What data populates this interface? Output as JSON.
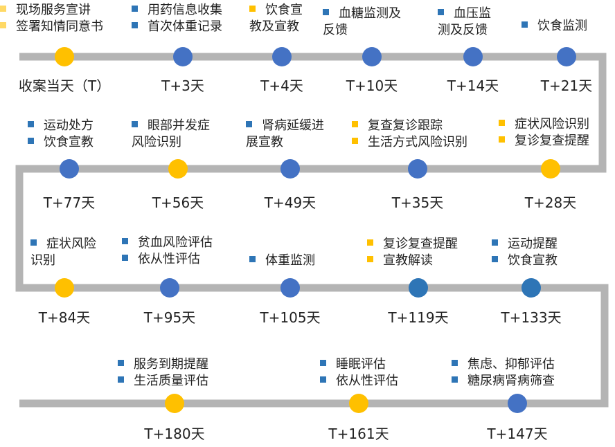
{
  "rows": [
    {
      "points": [
        {
          "day": "收案当天（T）",
          "color": "yellow",
          "items": [
            {
              "bullet": "ltyellow",
              "lines": [
                "现场服务宣讲"
              ]
            },
            {
              "bullet": "ltyellow",
              "lines": [
                "签署知情同意书"
              ]
            }
          ]
        },
        {
          "day": "T+3天",
          "color": "blue",
          "items": [
            {
              "bullet": "blue",
              "lines": [
                "用药信息收集"
              ]
            },
            {
              "bullet": "blue",
              "lines": [
                "首次体重记录"
              ]
            }
          ]
        },
        {
          "day": "T+4天",
          "color": "blue",
          "items": [
            {
              "bullet": "yellow",
              "lines": [
                "饮食宣",
                "教及宣教"
              ]
            }
          ]
        },
        {
          "day": "T+10天",
          "color": "blue",
          "items": [
            {
              "bullet": "blue",
              "lines": [
                "血糖监测及",
                "反馈"
              ]
            }
          ]
        },
        {
          "day": "T+14天",
          "color": "blue",
          "items": [
            {
              "bullet": "blue",
              "lines": [
                "血压监",
                "测及反馈"
              ]
            }
          ]
        },
        {
          "day": "T+21天",
          "color": "blue",
          "items": [
            {
              "bullet": "blue",
              "lines": [
                "饮食监测"
              ]
            }
          ]
        }
      ]
    },
    {
      "points": [
        {
          "day": "T+77天",
          "color": "blue",
          "items": [
            {
              "bullet": "blue",
              "lines": [
                "运动处方"
              ]
            },
            {
              "bullet": "blue",
              "lines": [
                "饮食宣教"
              ]
            }
          ]
        },
        {
          "day": "T+56天",
          "color": "yellow",
          "items": [
            {
              "bullet": "blue",
              "lines": [
                "眼部并发症",
                "风险识别"
              ]
            }
          ]
        },
        {
          "day": "T+49天",
          "color": "blue",
          "items": [
            {
              "bullet": "blue",
              "lines": [
                "肾病延缓进",
                "展宣教"
              ]
            }
          ]
        },
        {
          "day": "T+35天",
          "color": "blue",
          "items": [
            {
              "bullet": "yellow",
              "lines": [
                "复查复诊跟踪"
              ]
            },
            {
              "bullet": "yellow",
              "lines": [
                "生活方式风险识别"
              ]
            }
          ]
        },
        {
          "day": "T+28天",
          "color": "yellow",
          "items": [
            {
              "bullet": "yellow",
              "lines": [
                "症状风险识别"
              ]
            },
            {
              "bullet": "yellow",
              "lines": [
                "复诊复查提醒"
              ]
            }
          ]
        }
      ]
    },
    {
      "points": [
        {
          "day": "T+84天",
          "color": "yellow",
          "items": [
            {
              "bullet": "blue",
              "lines": [
                "症状风险",
                "识别"
              ]
            }
          ]
        },
        {
          "day": "T+95天",
          "color": "blue",
          "items": [
            {
              "bullet": "blue",
              "lines": [
                "贫血风险评估"
              ]
            },
            {
              "bullet": "blue",
              "lines": [
                "依从性评估"
              ]
            }
          ]
        },
        {
          "day": "T+105天",
          "color": "blue",
          "items": [
            {
              "bullet": "blue",
              "lines": [
                "体重监测"
              ]
            }
          ]
        },
        {
          "day": "T+119天",
          "color": "blue2",
          "items": [
            {
              "bullet": "yellow",
              "lines": [
                "复诊复查提醒"
              ]
            },
            {
              "bullet": "yellow",
              "lines": [
                "宣教解读"
              ]
            }
          ]
        },
        {
          "day": "T+133天",
          "color": "blue2",
          "items": [
            {
              "bullet": "blue",
              "lines": [
                "运动提醒"
              ]
            },
            {
              "bullet": "blue",
              "lines": [
                "饮食宣教"
              ]
            }
          ]
        }
      ]
    },
    {
      "points": [
        {
          "day": "T+180天",
          "color": "yellow",
          "items": [
            {
              "bullet": "blue",
              "lines": [
                "服务到期提醒"
              ]
            },
            {
              "bullet": "blue",
              "lines": [
                "生活质量评估"
              ]
            }
          ]
        },
        {
          "day": "T+161天",
          "color": "yellow",
          "items": [
            {
              "bullet": "blue",
              "lines": [
                "睡眠评估"
              ]
            },
            {
              "bullet": "blue",
              "lines": [
                "依从性评估"
              ]
            }
          ]
        },
        {
          "day": "T+147天",
          "color": "blue",
          "items": [
            {
              "bullet": "blue",
              "lines": [
                "焦虑、抑郁评估"
              ]
            },
            {
              "bullet": "blue",
              "lines": [
                "糖尿病肾病筛查"
              ]
            }
          ]
        }
      ]
    }
  ]
}
